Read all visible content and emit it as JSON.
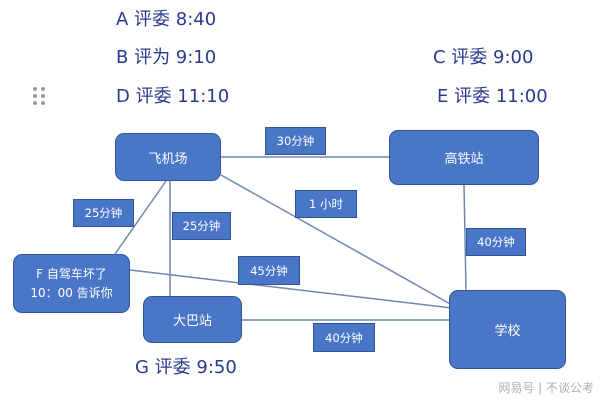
{
  "labels": {
    "A": "A 评委 8:40",
    "B": "B 评为 9:10",
    "C": "C 评委 9:00",
    "D": "D 评委 11:10",
    "E": "E 评委 11:00",
    "G": "G 评委 9:50"
  },
  "nodes": {
    "airport": "飞机场",
    "railway": "高铁站",
    "car_line1": "F 自驾车坏了",
    "car_line2": "10：00 告诉你",
    "bus": "大巴站",
    "school": "学校"
  },
  "edges": {
    "airport_railway": "30分钟",
    "airport_school": "1 小时",
    "airport_car": "25分钟",
    "airport_bus": "25分钟",
    "railway_school": "40分钟",
    "car_school": "45分钟",
    "bus_school": "40分钟"
  },
  "watermark": "网易号 | 不谈公考",
  "colors": {
    "node_fill": "#4a76c7",
    "node_border": "#2f5597",
    "label_text": "#2a3a8f",
    "edge": "#6f86b5"
  }
}
